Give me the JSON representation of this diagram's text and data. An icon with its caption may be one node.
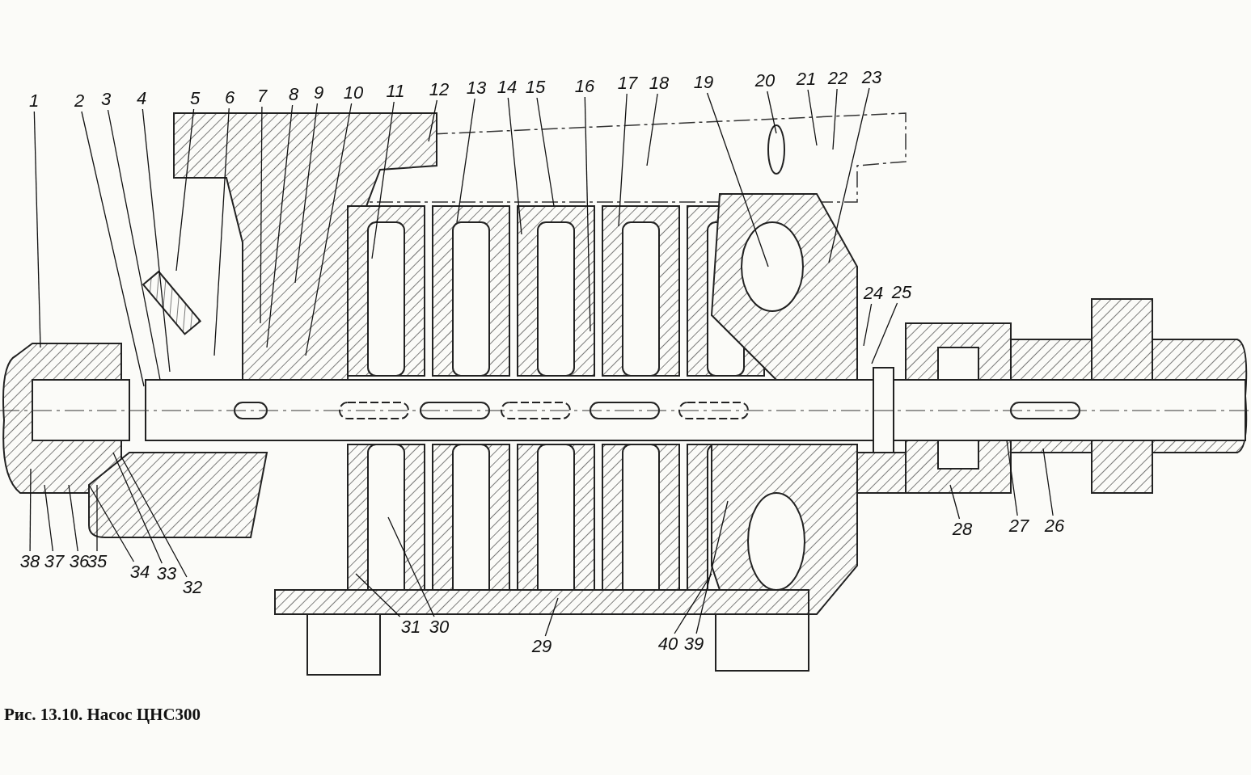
{
  "diagram": {
    "caption": "Рис. 13.10. Насос ЦНС300",
    "nodes": [
      {
        "text": [
          "1"
        ]
      },
      {
        "text": [
          "2"
        ]
      },
      {
        "text": [
          "3"
        ]
      },
      {
        "text": [
          "4"
        ]
      },
      {
        "text": [
          "5"
        ]
      },
      {
        "text": [
          "6"
        ]
      },
      {
        "text": [
          "7"
        ]
      },
      {
        "text": [
          "8"
        ]
      },
      {
        "text": [
          "9"
        ]
      },
      {
        "text": [
          "10"
        ]
      },
      {
        "text": [
          "11"
        ]
      },
      {
        "text": [
          "12"
        ]
      },
      {
        "text": [
          "13"
        ]
      },
      {
        "text": [
          "14"
        ]
      },
      {
        "text": [
          "15"
        ]
      },
      {
        "text": [
          "16"
        ]
      },
      {
        "text": [
          "17"
        ]
      },
      {
        "text": [
          "18"
        ]
      },
      {
        "text": [
          "19"
        ]
      },
      {
        "text": [
          "20"
        ]
      },
      {
        "text": [
          "21"
        ]
      },
      {
        "text": [
          "22"
        ]
      },
      {
        "text": [
          "23"
        ]
      },
      {
        "text": [
          "24"
        ]
      },
      {
        "text": [
          "25"
        ]
      },
      {
        "text": [
          "26"
        ]
      },
      {
        "text": [
          "27"
        ]
      },
      {
        "text": [
          "28"
        ]
      },
      {
        "text": [
          "29"
        ]
      },
      {
        "text": [
          "30"
        ]
      },
      {
        "text": [
          "31"
        ]
      },
      {
        "text": [
          "32"
        ]
      },
      {
        "text": [
          "33"
        ]
      },
      {
        "text": [
          "34"
        ]
      },
      {
        "text": [
          "35"
        ]
      },
      {
        "text": [
          "36"
        ]
      },
      {
        "text": [
          "37"
        ]
      },
      {
        "text": [
          "38"
        ]
      },
      {
        "text": [
          "39"
        ]
      },
      {
        "text": [
          "40"
        ]
      }
    ],
    "edges": [
      {
        "from": 0,
        "to": null,
        "arrow": "none"
      },
      {
        "from": 1,
        "to": null,
        "arrow": "none"
      },
      {
        "from": 2,
        "to": null,
        "arrow": "none"
      },
      {
        "from": 3,
        "to": null,
        "arrow": "none"
      },
      {
        "from": 4,
        "to": null,
        "arrow": "none"
      },
      {
        "from": 5,
        "to": null,
        "arrow": "none"
      },
      {
        "from": 6,
        "to": null,
        "arrow": "none"
      },
      {
        "from": 7,
        "to": null,
        "arrow": "none"
      },
      {
        "from": 8,
        "to": null,
        "arrow": "none"
      },
      {
        "from": 9,
        "to": null,
        "arrow": "none"
      },
      {
        "from": 10,
        "to": null,
        "arrow": "none"
      },
      {
        "from": 11,
        "to": null,
        "arrow": "none"
      },
      {
        "from": 12,
        "to": null,
        "arrow": "none"
      },
      {
        "from": 13,
        "to": null,
        "arrow": "none"
      },
      {
        "from": 14,
        "to": null,
        "arrow": "none"
      },
      {
        "from": 15,
        "to": null,
        "arrow": "none"
      },
      {
        "from": 16,
        "to": null,
        "arrow": "none"
      },
      {
        "from": 17,
        "to": null,
        "arrow": "none"
      },
      {
        "from": 18,
        "to": null,
        "arrow": "none"
      },
      {
        "from": 19,
        "to": null,
        "arrow": "none"
      },
      {
        "from": 20,
        "to": null,
        "arrow": "none"
      },
      {
        "from": 21,
        "to": null,
        "arrow": "none"
      },
      {
        "from": 22,
        "to": null,
        "arrow": "none"
      },
      {
        "from": 23,
        "to": null,
        "arrow": "none"
      },
      {
        "from": 24,
        "to": null,
        "arrow": "none"
      },
      {
        "from": 25,
        "to": null,
        "arrow": "none"
      },
      {
        "from": 26,
        "to": null,
        "arrow": "none"
      },
      {
        "from": 27,
        "to": null,
        "arrow": "none"
      },
      {
        "from": 28,
        "to": null,
        "arrow": "none"
      },
      {
        "from": 29,
        "to": null,
        "arrow": "none"
      },
      {
        "from": 30,
        "to": null,
        "arrow": "none"
      },
      {
        "from": 31,
        "to": null,
        "arrow": "none"
      },
      {
        "from": 32,
        "to": null,
        "arrow": "none"
      },
      {
        "from": 33,
        "to": null,
        "arrow": "none"
      },
      {
        "from": 34,
        "to": null,
        "arrow": "none"
      },
      {
        "from": 35,
        "to": null,
        "arrow": "none"
      },
      {
        "from": 36,
        "to": null,
        "arrow": "none"
      },
      {
        "from": 37,
        "to": null,
        "arrow": "none"
      },
      {
        "from": 38,
        "to": null,
        "arrow": "none"
      },
      {
        "from": 39,
        "to": null,
        "arrow": "none"
      }
    ]
  }
}
